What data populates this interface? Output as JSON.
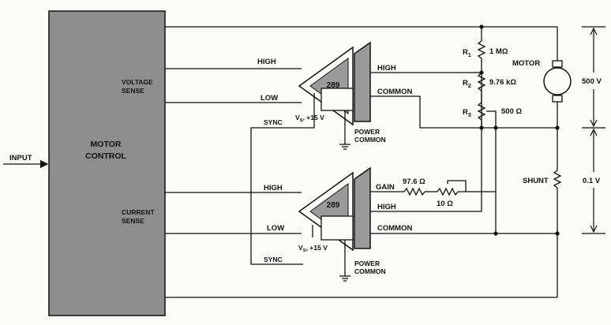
{
  "input_label": "INPUT",
  "motor_control": {
    "line1": "MOTOR",
    "line2": "CONTROL",
    "fill": "#8e8e8e"
  },
  "voltage_sense": {
    "line1": "VOLTAGE",
    "line2": "SENSE"
  },
  "current_sense": {
    "line1": "CURRENT",
    "line2": "SENSE"
  },
  "amp_top": {
    "model": "289",
    "in_high": "HIGH",
    "in_low": "LOW",
    "out_high": "HIGH",
    "out_common": "COMMON",
    "sync": "SYNC",
    "supply": "V",
    "supply_sub": "s",
    "supply_val": ", +15 V",
    "power1": "POWER",
    "power2": "COMMON"
  },
  "amp_bottom": {
    "model": "289",
    "in_high": "HIGH",
    "in_low": "LOW",
    "out_gain": "GAIN",
    "out_high": "HIGH",
    "out_common": "COMMON",
    "sync": "SYNC",
    "supply": "V",
    "supply_sub": "s",
    "supply_val": ", +15 V",
    "power1": "POWER",
    "power2": "COMMON"
  },
  "resistors": {
    "r1_name": "R",
    "r1_sub": "1",
    "r1_val": "1 MΩ",
    "r2_name": "R",
    "r2_sub": "2",
    "r2_val": "9.76 kΩ",
    "r3_name": "R",
    "r3_sub": "3",
    "r3_val": "500 Ω",
    "gain_res": "97.6 Ω",
    "trim_res": "10 Ω"
  },
  "motor_label": "MOTOR",
  "shunt_label": "SHUNT",
  "dim_500v": "500 V",
  "dim_01v": "0.1 V",
  "colors": {
    "ink": "#111111",
    "block": "#8e8e8e",
    "paper": "#fbfbf9"
  }
}
